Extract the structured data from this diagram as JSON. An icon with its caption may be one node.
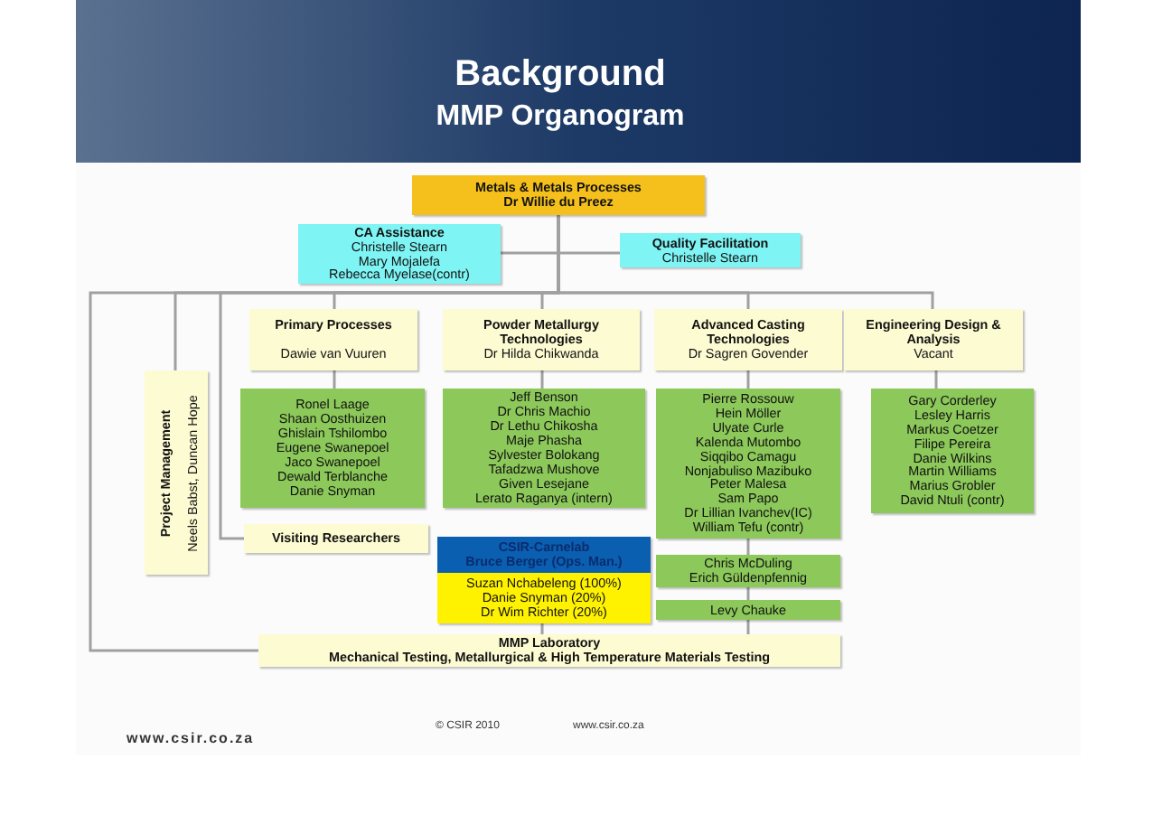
{
  "diagram": {
    "title": "Background",
    "nodes": [
      {
        "text": [
          "Metals & Metals Processes",
          "Dr Willie du Preez"
        ]
      },
      {
        "text": [
          "CA Assistance",
          "Christelle Stearn",
          "Mary Mojalefa",
          "Rebecca Myelase(contr)"
        ]
      },
      {
        "text": [
          "Quality Facilitation",
          "Christelle Stearn"
        ]
      },
      {
        "text": [
          "Primary Processes",
          "Dawie van Vuuren"
        ]
      },
      {
        "text": [
          "Powder Metallurgy Technologies",
          "Dr Hilda Chikwanda"
        ]
      },
      {
        "text": [
          "Advanced Casting Technologies",
          "Dr Sagren Govender"
        ]
      },
      {
        "text": [
          "Engineering Design & Analysis",
          "Vacant"
        ]
      },
      {
        "text": [
          "Project Management",
          "Neels Babst, Duncan Hope"
        ]
      },
      {
        "text": [
          "Ronel Laage",
          "Shaan Oosthuizen",
          "Ghislain Tshilombo",
          "Eugene Swanepoel",
          "Jaco Swanepoel",
          "Dewald Terblanche",
          "Danie Snyman"
        ]
      },
      {
        "text": [
          "Jeff Benson",
          "Dr Chris Machio",
          "Dr Lethu Chikosha",
          "Maje Phasha",
          "Sylvester Bolokang",
          "Tafadzwa Mushove",
          "Given Lesejane",
          "Lerato Raganya (intern)"
        ]
      },
      {
        "text": [
          "Pierre Rossouw",
          "Hein Möller",
          "Ulyate Curle",
          "Kalenda Mutombo",
          "Siqqibo Camagu",
          "Nonjabuliso Mazibuko",
          "Peter Malesa",
          "Sam Papo",
          "Dr Lillian Ivanchev(IC)",
          "William Tefu (contr)"
        ]
      },
      {
        "text": [
          "Gary Corderley",
          "Lesley Harris",
          "Markus Coetzer",
          "Filipe Pereira",
          "Danie Wilkins",
          "Martin Williams",
          "Marius Grobler",
          "David Ntuli (contr)"
        ]
      },
      {
        "text": [
          "Visiting Researchers"
        ]
      },
      {
        "text": [
          "CSIR-Carnelab",
          "Bruce Berger (Ops. Man.)"
        ]
      },
      {
        "text": [
          "Suzan Nchabeleng (100%)",
          "Danie Snyman (20%)",
          "Dr Wim Richter (20%)"
        ]
      },
      {
        "text": [
          "Chris McDuling",
          "Erich Güldenpfennig"
        ]
      },
      {
        "text": [
          "Levy Chauke"
        ]
      },
      {
        "text": [
          "MMP Laboratory",
          "Mechanical Testing, Metallurgical & High Temperature Materials Testing"
        ]
      }
    ],
    "edges": [
      {
        "from": 0,
        "to": 1,
        "arrow": "none"
      },
      {
        "from": 0,
        "to": 2,
        "arrow": "none"
      },
      {
        "from": 0,
        "to": 3,
        "arrow": "none"
      },
      {
        "from": 0,
        "to": 4,
        "arrow": "none"
      },
      {
        "from": 0,
        "to": 5,
        "arrow": "none"
      },
      {
        "from": 0,
        "to": 6,
        "arrow": "none"
      },
      {
        "from": 0,
        "to": 7,
        "arrow": "none"
      },
      {
        "from": 0,
        "to": 12,
        "arrow": "none"
      },
      {
        "from": 0,
        "to": 17,
        "arrow": "none"
      },
      {
        "from": 3,
        "to": 8,
        "arrow": "none"
      },
      {
        "from": 4,
        "to": 9,
        "arrow": "none"
      },
      {
        "from": 5,
        "to": 10,
        "arrow": "none"
      },
      {
        "from": 6,
        "to": 11,
        "arrow": "none"
      },
      {
        "from": 10,
        "to": 15,
        "arrow": "none"
      },
      {
        "from": 15,
        "to": 16,
        "arrow": "none"
      },
      {
        "from": 16,
        "to": 17,
        "arrow": "none"
      },
      {
        "from": 14,
        "to": 17,
        "arrow": "none"
      }
    ],
    "labels": [
      "MMP Organogram",
      "www.csir.co.za",
      "© CSIR 2010",
      "www.csir.co.za"
    ]
  }
}
